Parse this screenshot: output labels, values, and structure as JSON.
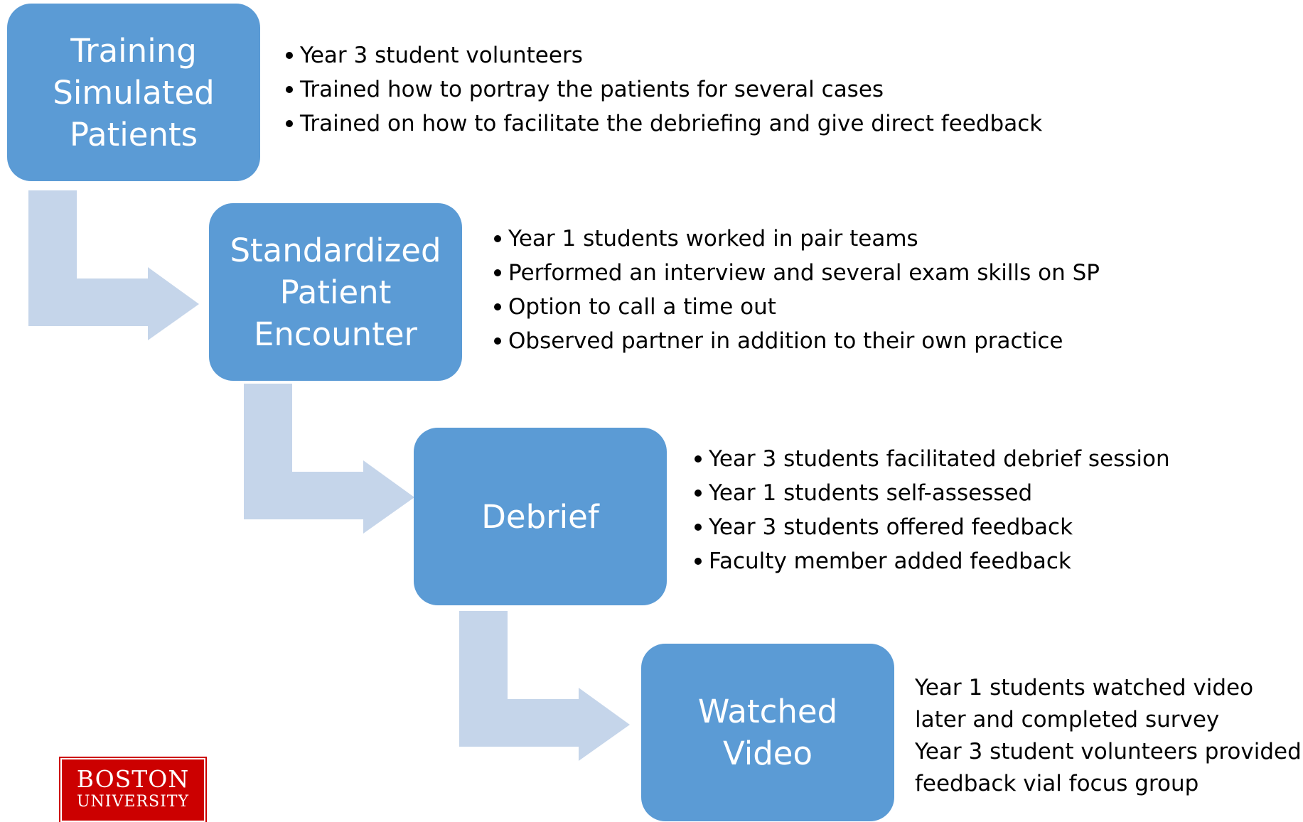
{
  "steps": [
    {
      "label": "Training\nSimulated\nPatients",
      "bullets": [
        "Year 3 student volunteers",
        "Trained how to portray the patients for several cases",
        "Trained on how to facilitate the debriefing and give direct feedback"
      ]
    },
    {
      "label": "Standardized\nPatient\nEncounter",
      "bullets": [
        "Year 1 students worked in pair teams",
        "Performed an interview and several exam skills on SP",
        "Option to call a time out",
        "Observed partner in addition to their own practice"
      ]
    },
    {
      "label": "Debrief",
      "bullets": [
        "Year 3 students facilitated debrief session",
        "Year 1 students self-assessed",
        "Year 3 students offered feedback",
        "Faculty member added feedback"
      ]
    },
    {
      "label": "Watched\nVideo",
      "notes": [
        "Year 1 students watched video",
        "later and completed survey",
        "Year 3 student volunteers provided",
        "feedback vial focus group"
      ]
    }
  ],
  "logo": {
    "line1": "BOSTON",
    "line2": "UNIVERSITY"
  },
  "colors": {
    "box_fill": "#5b9bd5",
    "arrow_fill": "#c5d5ea",
    "box_text": "#ffffff",
    "logo_red": "#cc0000"
  }
}
